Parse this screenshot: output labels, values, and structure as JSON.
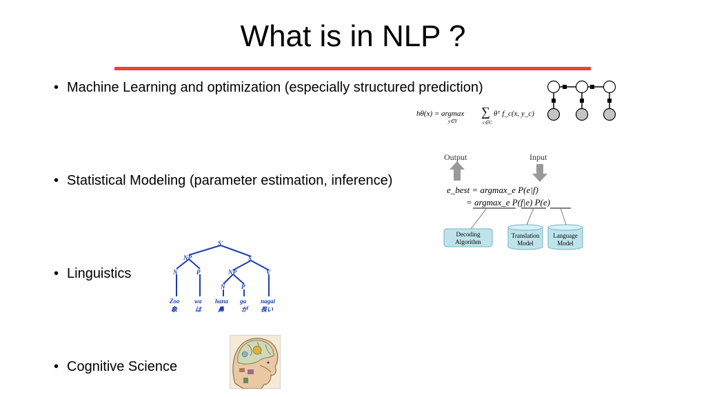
{
  "slide": {
    "title": "What is in NLP ?",
    "accent_color": "#e8452c"
  },
  "bullets": [
    {
      "marker": "•",
      "text": "Machine Learning and optimization (especially structured prediction)"
    },
    {
      "marker": "•",
      "text": "Statistical Modeling (parameter estimation, inference)"
    },
    {
      "marker": "•",
      "text": "Linguistics"
    },
    {
      "marker": "•",
      "text": "Cognitive Science"
    }
  ],
  "ml_figure": {
    "formula_lhs": "hθ(x) = argmax",
    "formula_sub": "y∈Y",
    "formula_sum_sub": "c∈C",
    "formula_rhs": "θᵀ f_c(x, y_c)"
  },
  "smt_figure": {
    "output_label": "Output",
    "input_label": "Input",
    "eq_line1": "e_best = argmax_e P(e|f)",
    "eq_line2": "= argmax_e P(f|e) P(e)",
    "boxes": [
      {
        "line1": "Decoding",
        "line2": "Algorithm"
      },
      {
        "line1": "Translation",
        "line2": "Model"
      },
      {
        "line1": "Language",
        "line2": "Model"
      }
    ]
  },
  "parse_tree": {
    "root": "S'",
    "np": "NP",
    "s": "S",
    "n1": "N",
    "p1": "P",
    "np2": "NP",
    "v": "V",
    "n2": "N",
    "p2": "P",
    "words": [
      "Zoo",
      "wa",
      "hana",
      "ga",
      "nagai"
    ],
    "glyphs": [
      "象",
      "は",
      "鼻",
      "が",
      "長い"
    ]
  }
}
